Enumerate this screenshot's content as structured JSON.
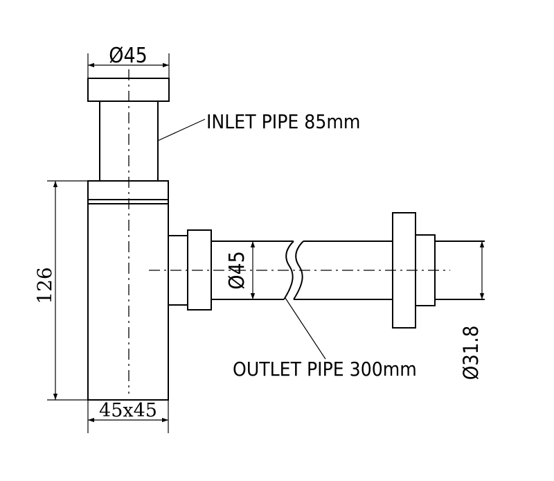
{
  "labels": {
    "inlet_diameter": "Ø45",
    "inlet_pipe": "INLET PIPE 85mm",
    "height": "126",
    "body_size": "45x45",
    "outlet_diameter": "Ø45",
    "outlet_pipe": "OUTLET PIPE 300mm",
    "tail_diameter": "Ø31.8"
  }
}
